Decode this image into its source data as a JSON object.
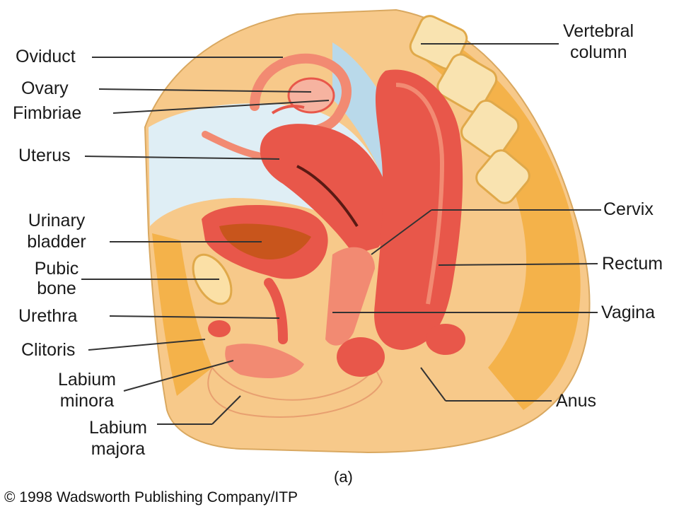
{
  "labels": {
    "oviduct": "Oviduct",
    "ovary": "Ovary",
    "fimbriae": "Fimbriae",
    "uterus": "Uterus",
    "urinary_bladder_1": "Urinary",
    "urinary_bladder_2": "bladder",
    "pubic_bone_1": "Pubic",
    "pubic_bone_2": "bone",
    "urethra": "Urethra",
    "clitoris": "Clitoris",
    "labium_minora_1": "Labium",
    "labium_minora_2": "minora",
    "labium_majora_1": "Labium",
    "labium_majora_2": "majora",
    "vertebral_column_1": "Vertebral",
    "vertebral_column_2": "column",
    "cervix": "Cervix",
    "rectum": "Rectum",
    "vagina": "Vagina",
    "anus": "Anus"
  },
  "panel_label": "(a)",
  "copyright": "© 1998 Wadsworth Publishing Company/ITP",
  "colors": {
    "skin": "#f7c98a",
    "fat": "#f4b24a",
    "fat_light": "#fbe0a6",
    "muscle": "#e8574a",
    "muscle_light": "#f28a72",
    "mucosa": "#f6b3a0",
    "cavity": "#b9d9ea",
    "bone": "#f9e3b0",
    "leader": "#333333"
  }
}
